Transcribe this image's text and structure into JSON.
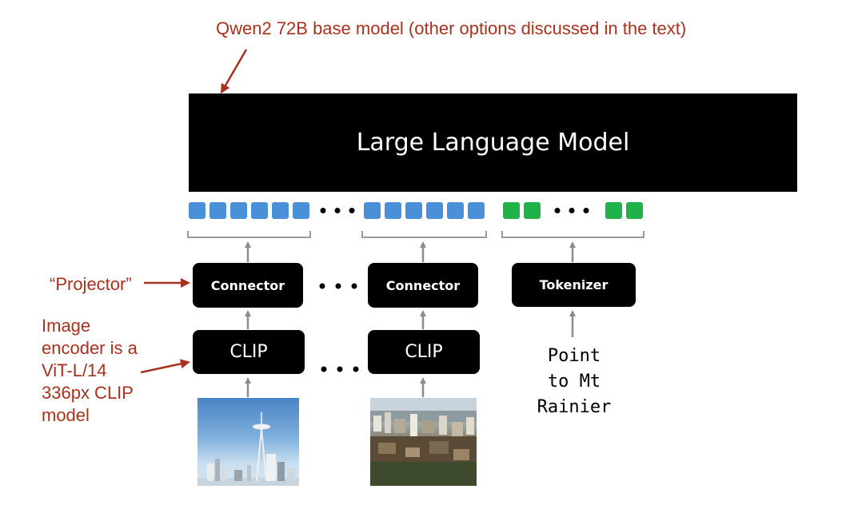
{
  "annotations": {
    "top": "Qwen2 72B base model (other options discussed in the text)",
    "projector": "“Projector”",
    "encoder_lines": [
      "Image",
      "encoder is a",
      "ViT-L/14",
      "336px CLIP",
      "model"
    ]
  },
  "llm": {
    "label": "Large Language Model"
  },
  "connectors": [
    "Connector",
    "Connector"
  ],
  "tokenizer": "Tokenizer",
  "clips": [
    "CLIP",
    "CLIP"
  ],
  "prompt_lines": [
    "Point",
    "to Mt",
    "Rainier"
  ],
  "colors": {
    "annotation": "#a8321e",
    "image_token": "#4a90d9",
    "text_token": "#1fb14a",
    "block": "#000000",
    "arrow": "#8c8c8c"
  },
  "icons": {
    "ellipsis": "horizontal-ellipsis-icon"
  }
}
